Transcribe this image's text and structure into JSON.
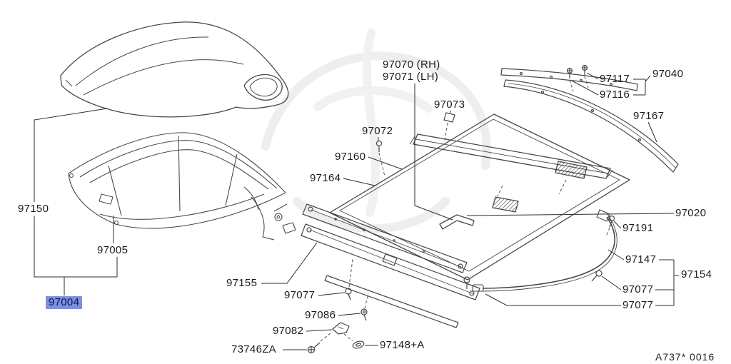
{
  "highlight_color": "#7d90da",
  "ref_code": "A737* 0016",
  "labels": [
    {
      "text": "97070 (RH)"
    },
    {
      "text": "97071 (LH)"
    },
    {
      "text": "97073"
    },
    {
      "text": "97072"
    },
    {
      "text": "97160"
    },
    {
      "text": "97164"
    },
    {
      "text": "97150"
    },
    {
      "text": "97005"
    },
    {
      "text": "97004",
      "selected": true
    },
    {
      "text": "97155"
    },
    {
      "text": "97077"
    },
    {
      "text": "97086"
    },
    {
      "text": "97082"
    },
    {
      "text": "73746ZA"
    },
    {
      "text": "97148+A"
    },
    {
      "text": "97117"
    },
    {
      "text": "97116"
    },
    {
      "text": "97040"
    },
    {
      "text": "97167"
    },
    {
      "text": "97020"
    },
    {
      "text": "97191"
    },
    {
      "text": "97147"
    },
    {
      "text": "97154"
    },
    {
      "text": "97077"
    },
    {
      "text": "97077"
    }
  ]
}
